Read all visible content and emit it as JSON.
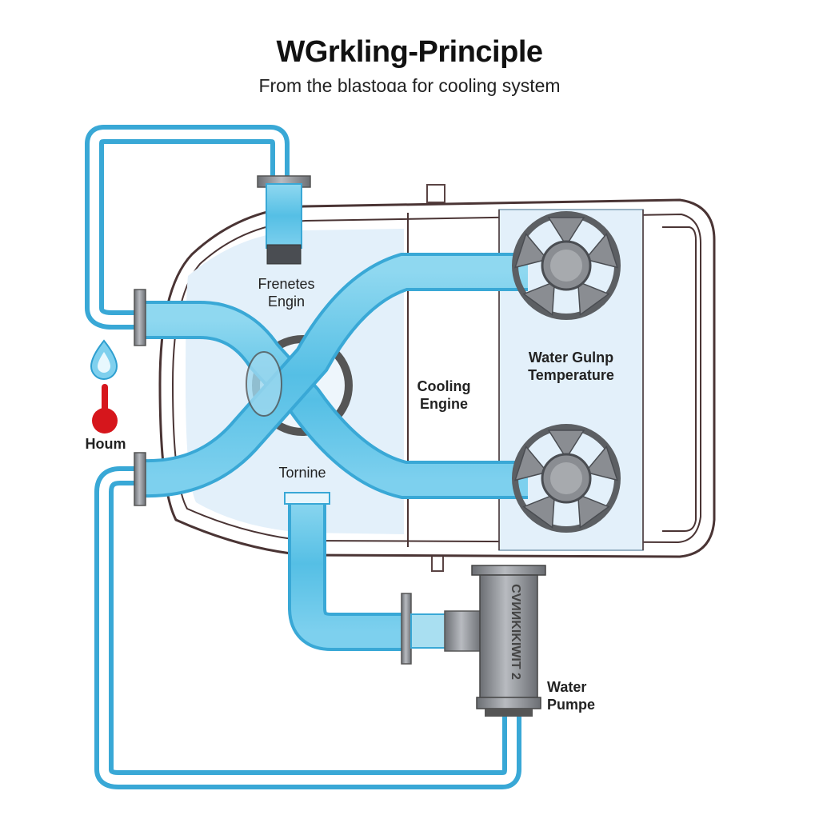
{
  "title": "WGrkling-Principle",
  "subtitle": "From the blastoɑa for cooling system",
  "labels": {
    "engine_a_line1": "Frenetes",
    "engine_a_line2": "Engin",
    "cooling_engine_line1": "Cooling",
    "cooling_engine_line2": "Engine",
    "water_pump_temp_line1": "Water Gulnp",
    "water_pump_temp_line2": "Temperature",
    "tornine": "Tornine",
    "houm": "Houm",
    "water_pumpe_line1": "Water",
    "water_pumpe_line2": "Pumpe",
    "pump_body_text": "CVИИKIKIWIT 2"
  },
  "icons": {
    "droplet": "water-drop-icon",
    "thermometer": "thermometer-icon",
    "fan": "fan-icon"
  },
  "colors": {
    "pipe": "#5fc4e6",
    "pipe_outline": "#39a8d6",
    "engine_fill": "#e4f1fa",
    "engine_outline": "#4a3434",
    "metal": "#8a8d92",
    "thermometer": "#d6161c"
  }
}
